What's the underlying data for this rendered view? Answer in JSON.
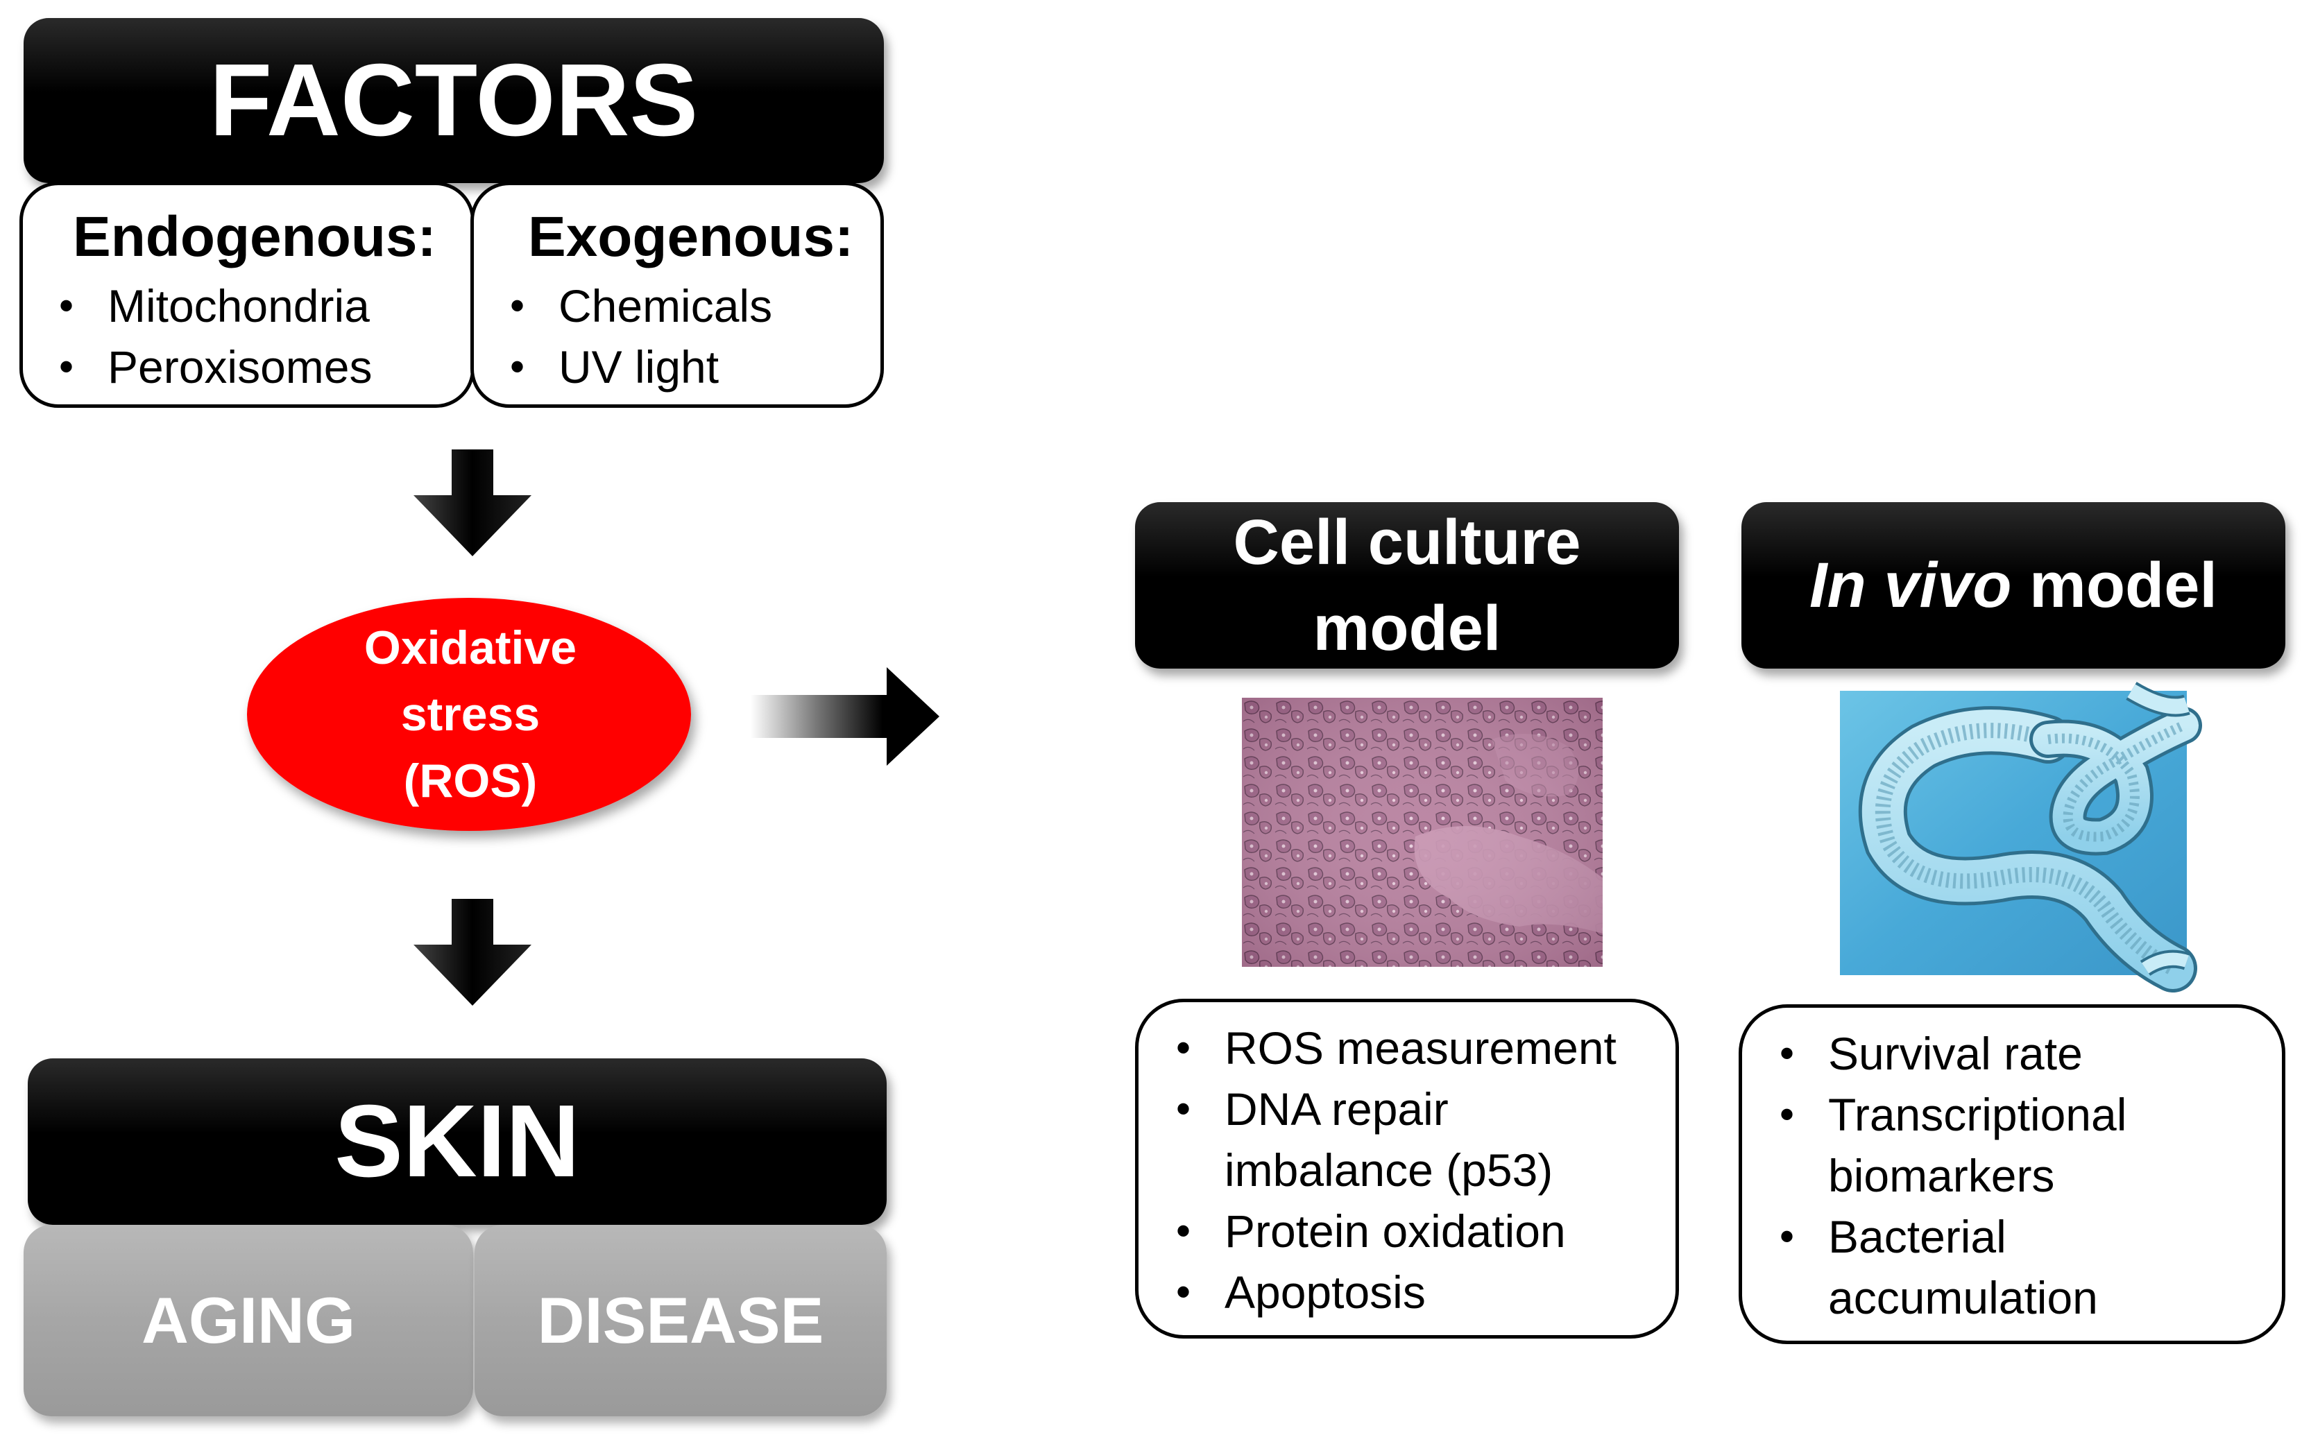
{
  "factors": {
    "title": "FACTORS",
    "endogenous": {
      "title": "Endogenous:",
      "items": [
        "Mitochondria",
        "Peroxisomes"
      ]
    },
    "exogenous": {
      "title": "Exogenous:",
      "items": [
        "Chemicals",
        "UV light"
      ]
    }
  },
  "oxidative_stress": {
    "line1": "Oxidative",
    "line2": "stress",
    "line3": "(ROS)",
    "fill_color": "#ff0000"
  },
  "skin": {
    "title": "SKIN",
    "aging": "AGING",
    "disease": "DISEASE"
  },
  "cell_culture": {
    "title_line1": "Cell culture",
    "title_line2": "model",
    "items": [
      "ROS measurement",
      "DNA repair",
      "imbalance (p53)",
      "Protein oxidation",
      "Apoptosis"
    ]
  },
  "in_vivo": {
    "title_italic": "In vivo",
    "title_rest": " model",
    "items": [
      "Survival rate",
      "Transcriptional",
      "biomarkers",
      "Bacterial",
      "accumulation"
    ]
  }
}
